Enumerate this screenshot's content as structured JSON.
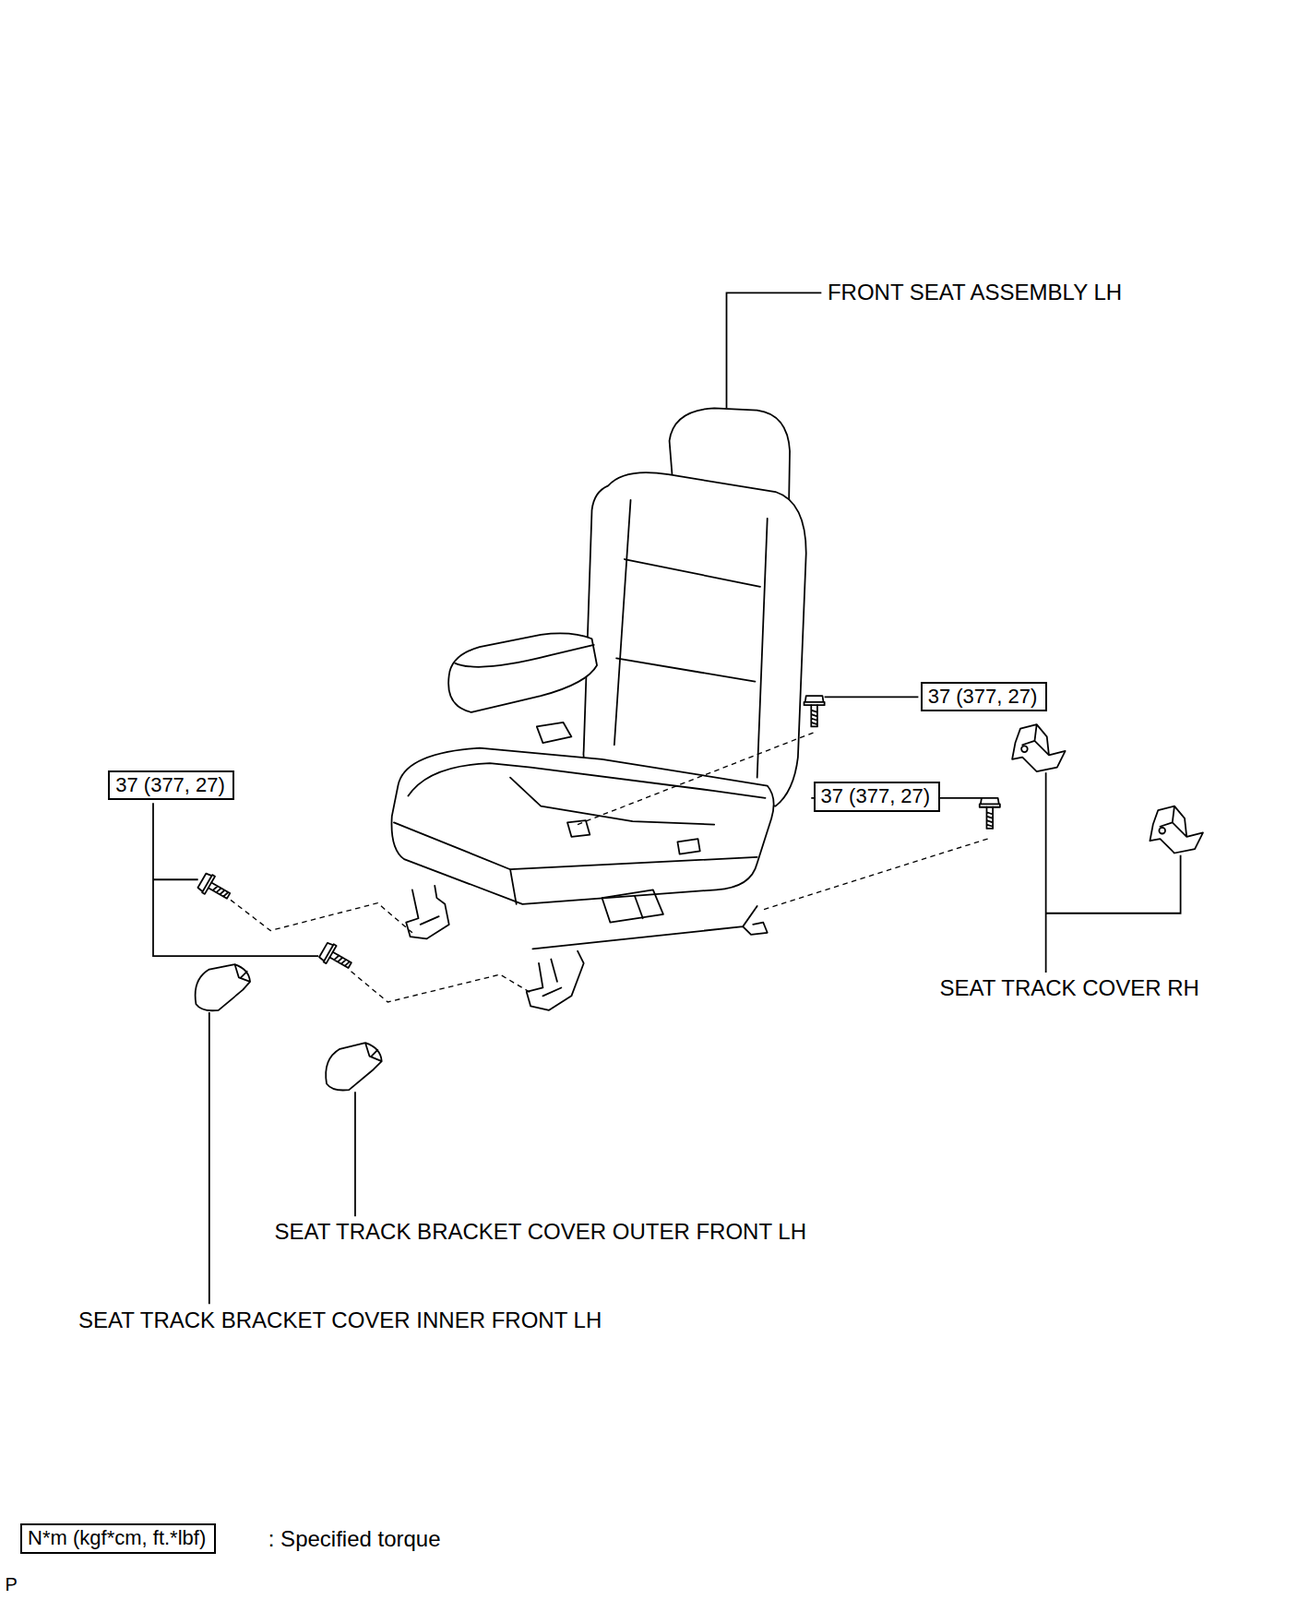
{
  "diagram": {
    "nodes": [
      {
        "text": [
          "37 (377, 27)"
        ]
      },
      {
        "text": [
          "37 (377, 27)"
        ]
      },
      {
        "text": [
          "37 (377, 27)"
        ]
      },
      {
        "text": [
          "N*m (kgf*cm, ft.*lbf)"
        ]
      }
    ],
    "labels": [
      "FRONT SEAT ASSEMBLY LH",
      "SEAT TRACK COVER RH",
      "SEAT TRACK BRACKET COVER OUTER FRONT LH",
      "SEAT TRACK BRACKET COVER INNER FRONT LH",
      ": Specified torque",
      "P"
    ]
  }
}
